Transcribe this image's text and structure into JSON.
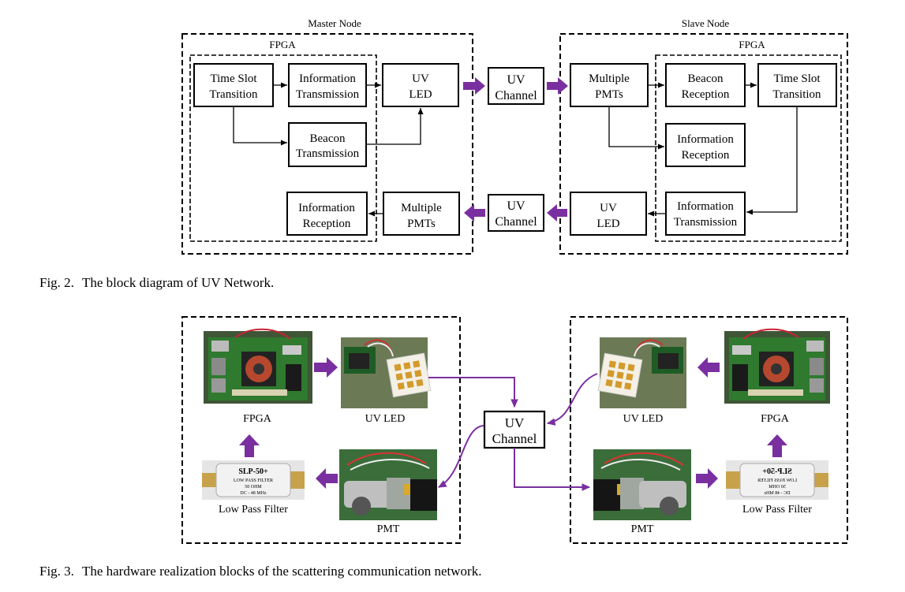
{
  "fig2": {
    "master_title": "Master Node",
    "slave_title": "Slave Node",
    "fpga_label": "FPGA",
    "master_blocks": {
      "time_slot": [
        "Time Slot",
        "Transition"
      ],
      "info_tx": [
        "Information",
        "Transmission"
      ],
      "uv_led": [
        "UV",
        "LED"
      ],
      "beacon_tx": [
        "Beacon",
        "Transmission"
      ],
      "info_rx": [
        "Information",
        "Reception"
      ],
      "pmts": [
        "Multiple",
        "PMTs"
      ]
    },
    "channel": [
      "UV",
      "Channel"
    ],
    "slave_blocks": {
      "pmts": [
        "Multiple",
        "PMTs"
      ],
      "beacon_rx": [
        "Beacon",
        "Reception"
      ],
      "time_slot": [
        "Time Slot",
        "Transition"
      ],
      "info_rx": [
        "Information",
        "Reception"
      ],
      "uv_led": [
        "UV",
        "LED"
      ],
      "info_tx": [
        "Information",
        "Transmission"
      ]
    },
    "caption_num": "Fig. 2.",
    "caption_text": "The block diagram of UV Network."
  },
  "fig3": {
    "left": {
      "fpga": "FPGA",
      "uv_led": "UV LED",
      "lpf": "Low Pass Filter",
      "pmt": "PMT"
    },
    "right": {
      "fpga": "FPGA",
      "uv_led": "UV LED",
      "lpf": "Low Pass Filter",
      "pmt": "PMT"
    },
    "channel": [
      "UV",
      "Channel"
    ],
    "filter_text": [
      "SLP-50+",
      "LOW PASS FILTER",
      "50 OHM",
      "DC - 48 MHz"
    ],
    "caption_num": "Fig. 3.",
    "caption_text": "The hardware realization blocks of the scattering communication network."
  },
  "colors": {
    "arrow_purple": "#7a2fa0",
    "pcb_green": "#2f7a2f",
    "led_board": "#f4f0e6",
    "led_chip": "#d39a2c"
  }
}
